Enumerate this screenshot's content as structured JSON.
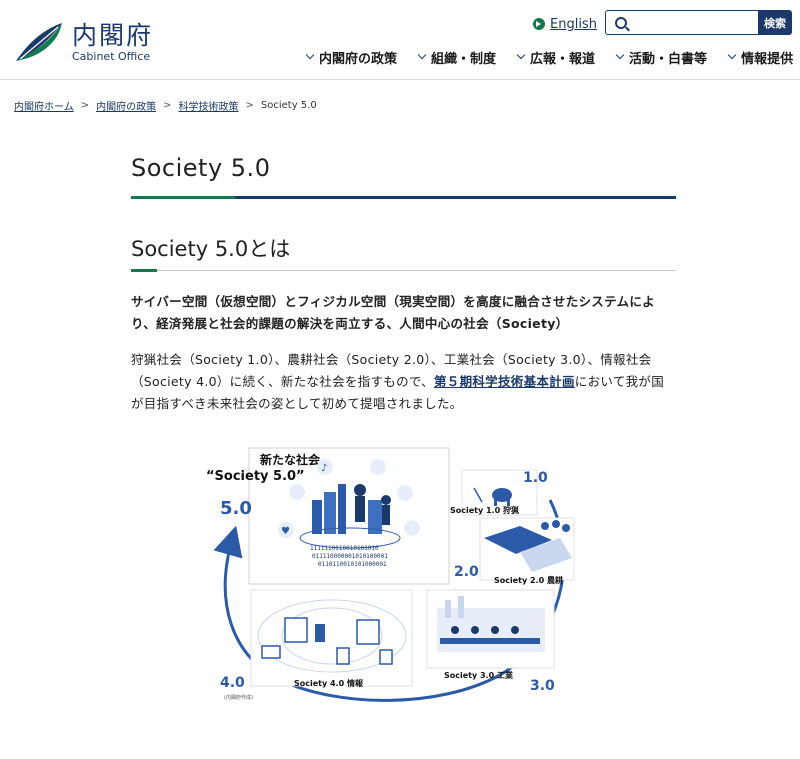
{
  "header": {
    "logo_jp": "内閣府",
    "logo_en": "Cabinet Office",
    "english_label": "English",
    "search_placeholder": "",
    "search_button": "検索",
    "nav": [
      "内閣府の政策",
      "組織・制度",
      "広報・報道",
      "活動・白書等",
      "情報提供"
    ]
  },
  "breadcrumb": {
    "items": [
      "内閣府ホーム",
      "内閣府の政策",
      "科学技術政策"
    ],
    "current": "Society 5.0",
    "separator": ">"
  },
  "main": {
    "title": "Society 5.0",
    "section_title": "Society 5.0とは",
    "lead": "サイバー空間（仮想空間）とフィジカル空間（現実空間）を高度に融合させたシステムにより、経済発展と社会的課題の解決を両立する、人間中心の社会（Society）",
    "para_before": "狩猟社会（Society 1.0）、農耕社会（Society 2.0）、工業社会（Society 3.0）、情報社会（Society 4.0）に続く、新たな社会を指すもので、",
    "para_link": "第５期科学技術基本計画",
    "para_after": "において我が国が目指すべき未来社会の姿として初めて提唱されました。"
  },
  "figure": {
    "title_line1": "新たな社会",
    "title_line2": "“Society 5.0”",
    "num_5": "5.0",
    "num_1": "1.0",
    "num_2": "2.0",
    "num_3": "3.0",
    "num_4": "4.0",
    "cap_1": "Society 1.0 狩猟",
    "cap_2": "Society 2.0 農耕",
    "cap_3": "Society 3.0 工業",
    "cap_4": "Society  4.0 情報",
    "binary_1": "1111110010010101010",
    "binary_2": "011110000001010100001",
    "binary_3": "0110110010101000001",
    "source": "(内閣府作成)"
  },
  "colors": {
    "navy": "#1b3a6b",
    "green": "#117a4f",
    "figure_blue": "#2a5aa8",
    "figure_light": "#c9d6ee"
  }
}
